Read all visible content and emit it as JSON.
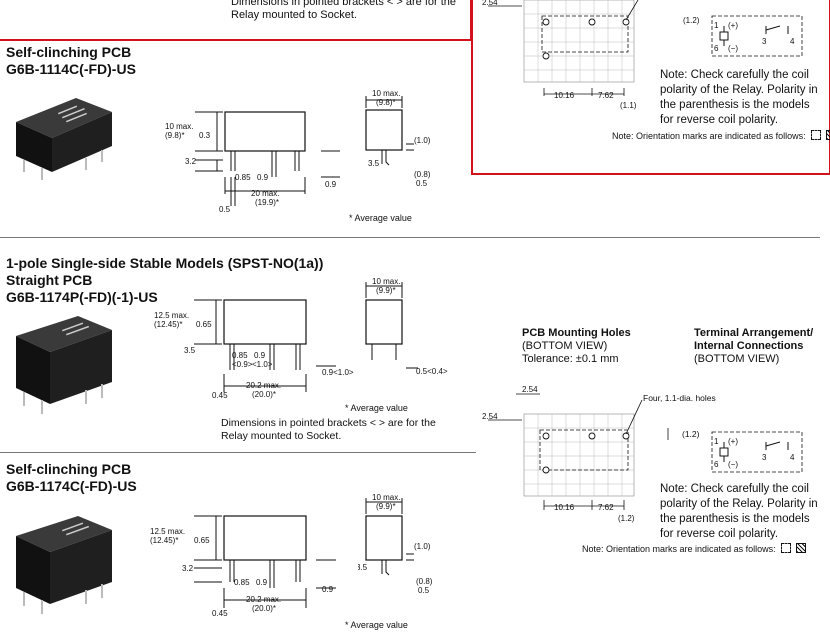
{
  "sections": {
    "top_cut_note": "Dimensions in pointed brackets < > are for the Relay mounted to Socket.",
    "sc1": {
      "title1": "Self-clinching PCB",
      "title2": "G6B-1114C(-FD)-US"
    },
    "straight": {
      "title1": "1-pole Single-side Stable Models  (SPST-NO(1a))",
      "title2": "Straight PCB",
      "title3": "G6B-1174P(-FD)(-1)-US"
    },
    "sc2": {
      "title1": "Self-clinching PCB",
      "title2": "G6B-1174C(-FD)-US"
    }
  },
  "dims": {
    "sc1": {
      "h": "10 max.",
      "h_avg": "(9.8)*",
      "a": "0.3",
      "b": "3.2",
      "c": "0.85",
      "d": "0.9",
      "e": "20 max.",
      "e_avg": "(19.9)*",
      "f": "0.5",
      "g": "0.9",
      "side_w": "10 max.",
      "side_w_avg": "(9.8)*",
      "side_a": "(1.0)",
      "side_b": "3.5",
      "side_c": "(0.8)",
      "side_d": "0.5"
    },
    "st": {
      "h": "12.5 max.",
      "h_avg": "(12.45)*",
      "a": "0.65",
      "b": "3.5",
      "c": "0.85",
      "c2": "<0.9>",
      "d": "0.9",
      "d2": "<1.0>",
      "e": "20.2 max.",
      "e_avg": "(20.0)*",
      "f": "0.45",
      "g": "0.9<1.0>",
      "side_w": "10 max.",
      "side_w_avg": "(9.9)*",
      "side_t": "0.5<0.4>"
    },
    "sc2": {
      "h": "12.5 max.",
      "h_avg": "(12.45)*",
      "a": "0.65",
      "b": "3.2",
      "c": "0.85",
      "d": "0.9",
      "e": "20.2 max.",
      "e_avg": "(20.0)*",
      "f": "0.45",
      "g": "0.9",
      "side_w": "10 max.",
      "side_w_avg": "(9.9)*",
      "side_a": "(1.0)",
      "side_b": "3.5",
      "side_c": "(0.8)",
      "side_d": "0.5"
    }
  },
  "avg_note": "* Average value",
  "socket_note": "Dimensions in pointed brackets < > are for the Relay mounted to Socket.",
  "pcb": {
    "heading": "PCB Mounting Holes",
    "view": "(BOTTOM VIEW)",
    "tol": "Tolerance: ±0.1 mm",
    "pitch": "2.54",
    "holes": "Four, 1.1-dia. holes",
    "d12": "(1.2)",
    "d1016": "10.16",
    "d762": "7.62",
    "d11": "(1.1)"
  },
  "term": {
    "heading": "Terminal Arrangement/",
    "heading2": "Internal Connections",
    "view": "(BOTTOM VIEW)",
    "p1": "1",
    "plus": "(+)",
    "p6": "6",
    "minus": "(−)",
    "p3": "3",
    "p4": "4"
  },
  "coil_note": "Note: Check carefully the coil polarity of the Relay. Polarity in the parenthesis is the models for reverse coil polarity.",
  "orient_note": "Note: Orientation marks are indicated as follows:",
  "colors": {
    "red_frame": "#d1121b",
    "relay_body": "#1c1c1c"
  }
}
